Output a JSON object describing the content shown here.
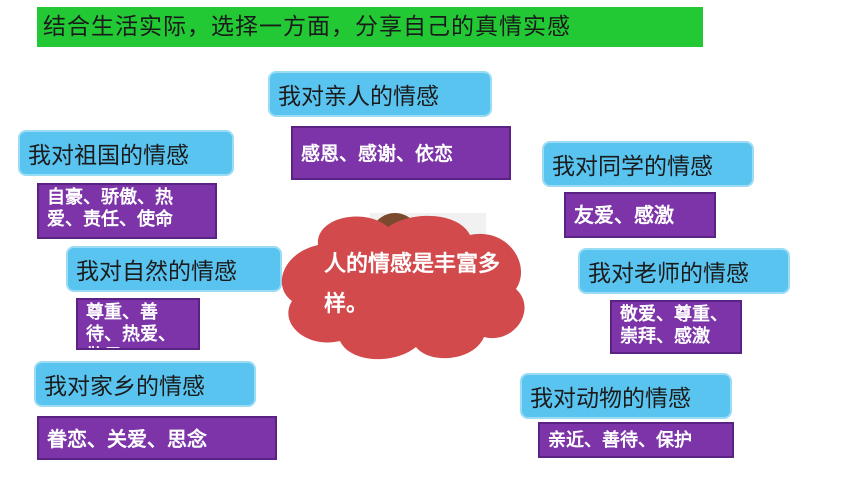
{
  "title": "结合生活实际，选择一方面，分享自己的真情实感",
  "center": "人的情感是丰富多样。",
  "topics": [
    {
      "topic": "我对亲人的情感",
      "feeling": "感恩、感谢、依恋"
    },
    {
      "topic": "我对祖国的情感",
      "feeling": "自豪、骄傲、热爱、责任、使命"
    },
    {
      "topic": "我对同学的情感",
      "feeling": "友爱、感激"
    },
    {
      "topic": "我对自然的情感",
      "feeling": "尊重、善待、热爱、敬畏"
    },
    {
      "topic": "我对老师的情感",
      "feeling": "敬爱、尊重、崇拜、感激"
    },
    {
      "topic": "我对家乡的情感",
      "feeling": "眷恋、关爱、思念"
    },
    {
      "topic": "我对动物的情感",
      "feeling": "亲近、善待、保护"
    }
  ],
  "colors": {
    "title_bg": "#22c934",
    "topic_bg": "#59c4f0",
    "feeling_bg": "#7c34a8",
    "cloud": "#d24a4c"
  }
}
